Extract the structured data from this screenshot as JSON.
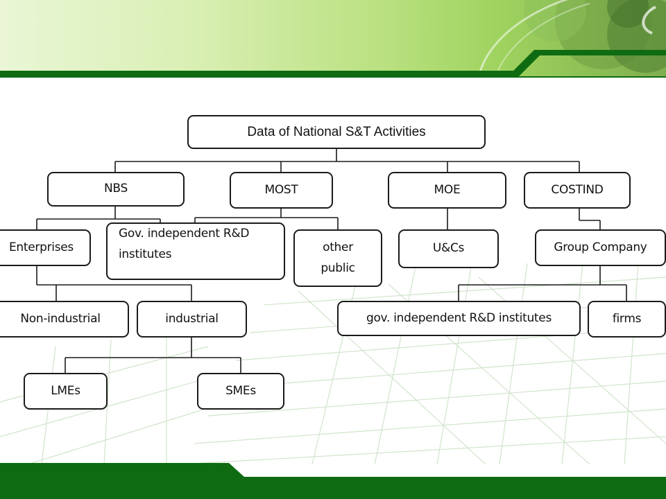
{
  "colors": {
    "brand_green": "#0e6b12",
    "line": "#1a1a1a"
  },
  "diagram": {
    "root": "Data of National S&T Activities",
    "nbs": "NBS",
    "most": "MOST",
    "moe": "MOE",
    "costind": "COSTIND",
    "enterprises": "Enterprises",
    "gov_institutes_line1": "Gov. independent R&D",
    "gov_institutes_line2": "institutes",
    "other_public_line1": "other",
    "other_public_line2": "public",
    "uacs": "U&Cs",
    "group_company": "Group Company",
    "non_industrial": "Non-industrial",
    "industrial": "industrial",
    "gov_independent_rd": "gov. independent R&D institutes",
    "firms": "firms",
    "lmes": "LMEs",
    "smes": "SMEs"
  }
}
